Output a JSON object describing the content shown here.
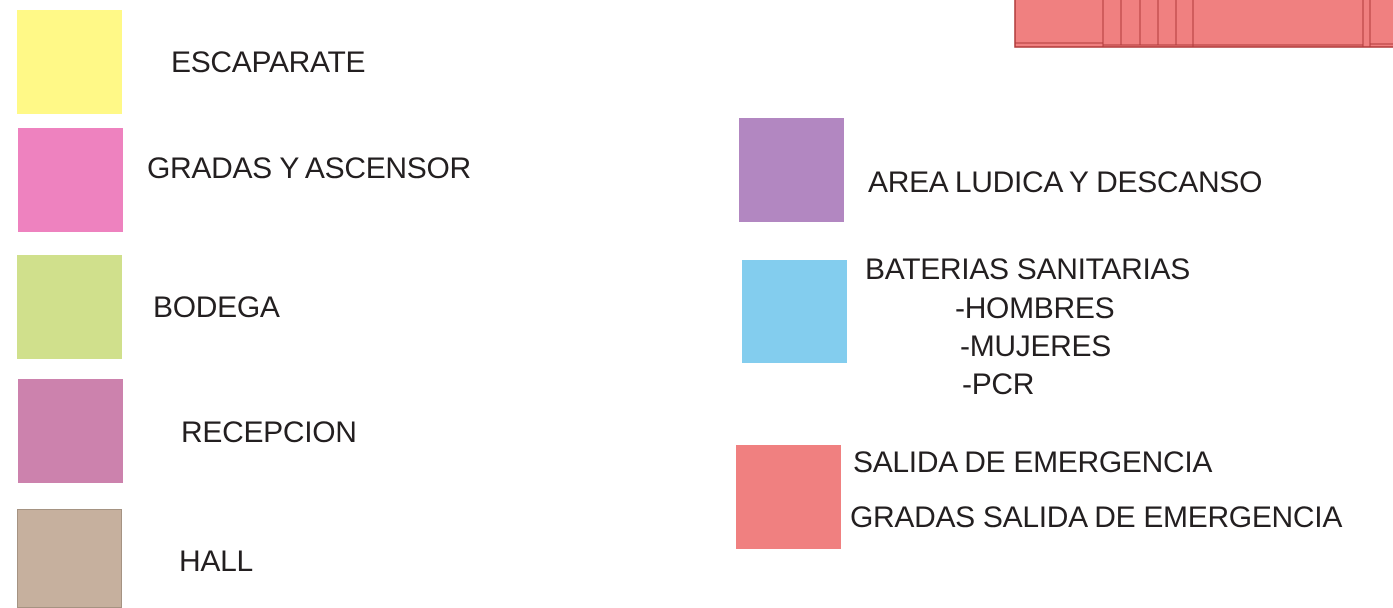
{
  "legend_left": [
    {
      "label": "ESCAPARATE",
      "color": "#fff987"
    },
    {
      "label": "GRADAS Y ASCENSOR",
      "color": "#ee82bf"
    },
    {
      "label": "BODEGA",
      "color": "#d0e08c"
    },
    {
      "label": "RECEPCION",
      "color": "#cc82ad"
    },
    {
      "label": "HALL",
      "color": "#c6b09e"
    }
  ],
  "legend_right": [
    {
      "label": "AREA LUDICA Y DESCANSO",
      "color": "#b287c1"
    },
    {
      "label": "BATERIAS SANITARIAS",
      "sub_items": [
        "-HOMBRES",
        "-MUJERES",
        "-PCR"
      ],
      "color": "#83cdee"
    },
    {
      "label": "SALIDA DE EMERGENCIA",
      "label2": "GRADAS SALIDA DE EMERGENCIA",
      "color": "#f08080"
    }
  ],
  "plan_fragment": {
    "fill": "#f08080",
    "stroke": "#c0392b"
  }
}
